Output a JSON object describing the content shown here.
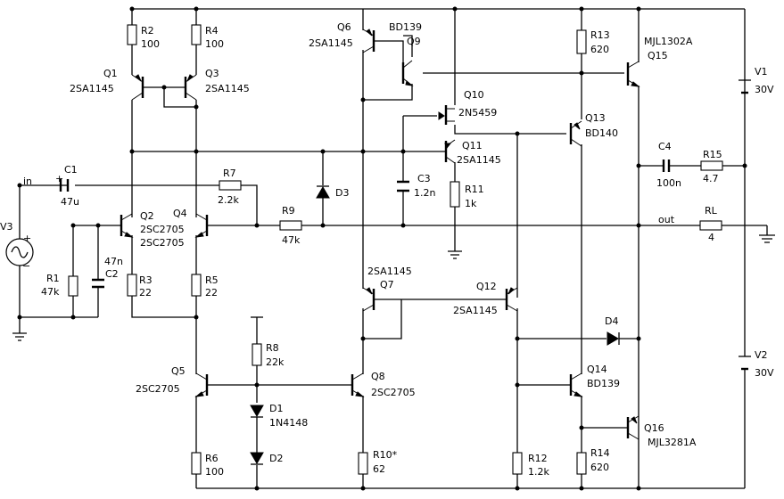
{
  "labels": {
    "R2": "R2",
    "R2v": "100",
    "R4": "R4",
    "R4v": "100",
    "Q1": "Q1",
    "Q1p": "2SA1145",
    "Q3": "Q3",
    "Q3p": "2SA1145",
    "C1": "C1",
    "C1v": "47u",
    "C1plus": "+",
    "in": "in",
    "R7": "R7",
    "R7v": "2.2k",
    "Q2": "Q2",
    "Q2p1": "2SC2705",
    "Q2p2": "2SC2705",
    "Q4": "Q4",
    "C2n": "47n",
    "C2": "C2",
    "R1": "R1",
    "R1v": "47k",
    "R3": "R3",
    "R3v": "22",
    "R5": "R5",
    "R5v": "22",
    "V3": "V3",
    "R9": "R9",
    "R9v": "47k",
    "D3": "D3",
    "Q6": "Q6",
    "Q6p": "2SA1145",
    "BD139top": "BD139",
    "Q9": "Q9",
    "Q10": "Q10",
    "Q10p": "2N5459",
    "Q11": "Q11",
    "Q11p": "2SA1145",
    "C3": "C3",
    "C3v": "1.2n",
    "R11": "R11",
    "R11v": "1k",
    "R13": "R13",
    "R13v": "620",
    "Q13": "Q13",
    "Q13p": "BD140",
    "MJL1302A": "MJL1302A",
    "Q15": "Q15",
    "V1": "V1",
    "V1v": "30V",
    "C4": "C4",
    "C4v": "100n",
    "R15": "R15",
    "R15v": "4.7",
    "out": "out",
    "RL": "RL",
    "RLv": "4",
    "Q7p": "2SA1145",
    "Q7": "Q7",
    "Q12": "Q12",
    "Q12p": "2SA1145",
    "D4": "D4",
    "V2": "V2",
    "V2v": "30V",
    "R8": "R8",
    "R8v": "22k",
    "Q5": "Q5",
    "Q5p": "2SC2705",
    "Q8": "Q8",
    "Q8p": "2SC2705",
    "D1": "D1",
    "D1p": "1N4148",
    "D2": "D2",
    "R6": "R6",
    "R6v": "100",
    "R10": "R10*",
    "R10v": "62",
    "R12": "R12",
    "R12v": "1.2k",
    "Q14": "Q14",
    "Q14p": "BD139",
    "R14": "R14",
    "R14v": "620",
    "Q16": "Q16",
    "Q16p": "MJL3281A",
    "plus": "+",
    "minus": "−"
  }
}
